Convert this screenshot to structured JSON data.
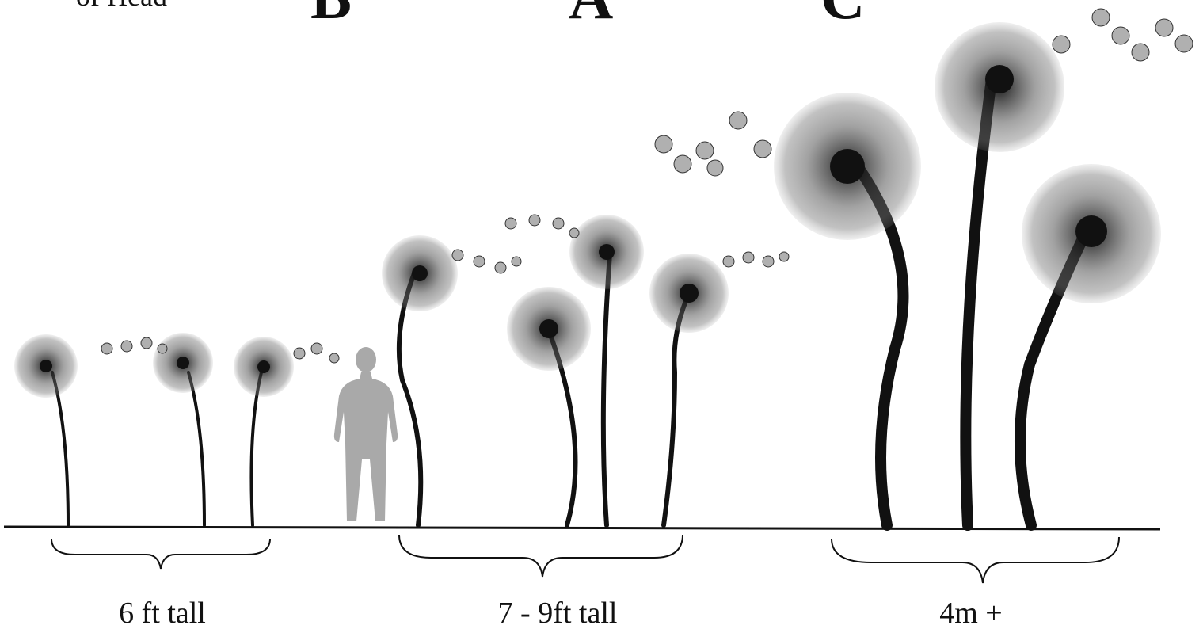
{
  "header": {
    "head_label": "of Head",
    "letters": [
      "B",
      "A",
      "C"
    ]
  },
  "groups": [
    {
      "label": "6 ft tall"
    },
    {
      "label": "7 - 9ft tall"
    },
    {
      "label": "4m +"
    }
  ],
  "colors": {
    "ink": "#111111",
    "silhouette": "#a9a9a9",
    "seed": "#8a8a8a"
  },
  "figure": {
    "icon": "human-silhouette-icon"
  }
}
